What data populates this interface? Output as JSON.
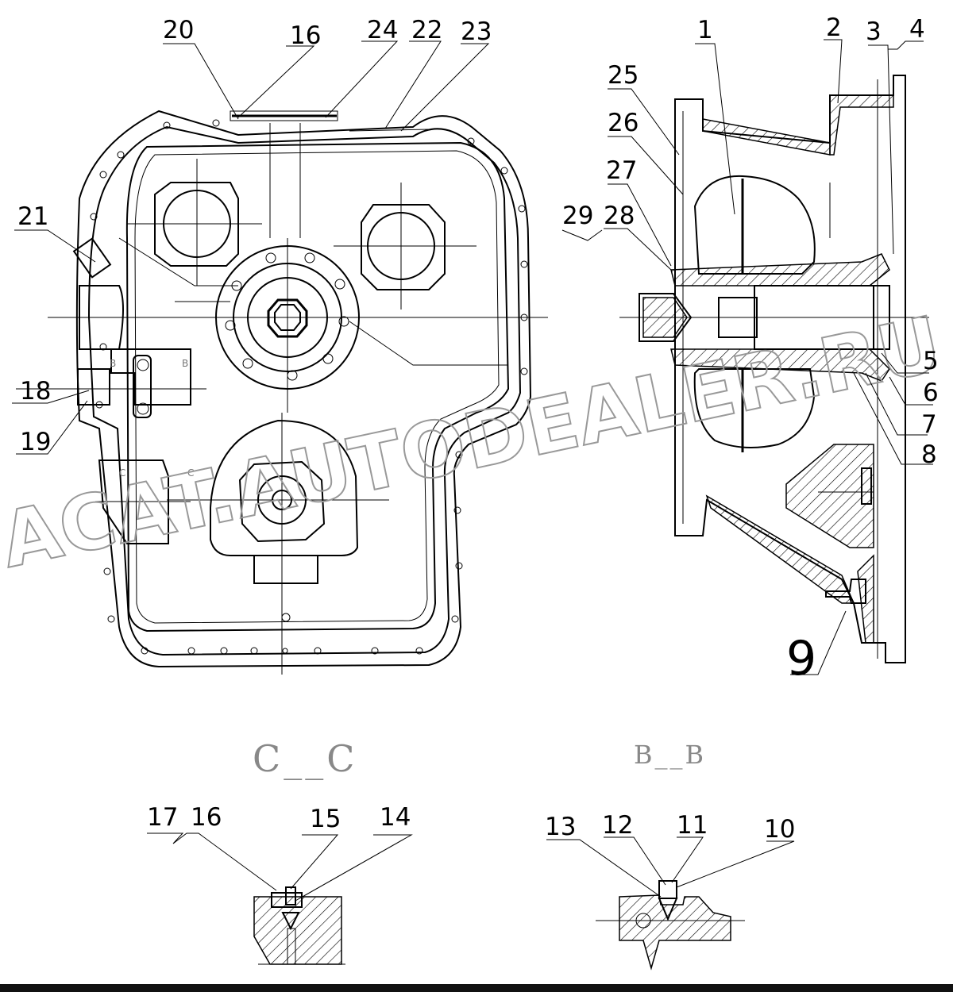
{
  "callouts": {
    "c1": "1",
    "c2": "2",
    "c3": "3",
    "c4": "4",
    "c5": "5",
    "c6": "6",
    "c7": "7",
    "c8": "8",
    "c9": "9",
    "c10": "10",
    "c11": "11",
    "c12": "12",
    "c13": "13",
    "c14": "14",
    "c15": "15",
    "c16a": "16",
    "c16b": "16",
    "c17": "17",
    "c18": "18",
    "c19": "19",
    "c20": "20",
    "c21": "21",
    "c22": "22",
    "c23": "23",
    "c24": "24",
    "c25": "25",
    "c26": "26",
    "c27": "27",
    "c28": "28",
    "c29": "29"
  },
  "sections": {
    "cc": "C__C",
    "bb": "B__B",
    "mark_b1": "B",
    "mark_b2": "B",
    "mark_c1": "C",
    "mark_c2": "C"
  },
  "watermark": "ACAT.AUTODEALER.RU",
  "colors": {
    "line": "#000000",
    "watermark": "#999999",
    "section_label": "#888888"
  }
}
